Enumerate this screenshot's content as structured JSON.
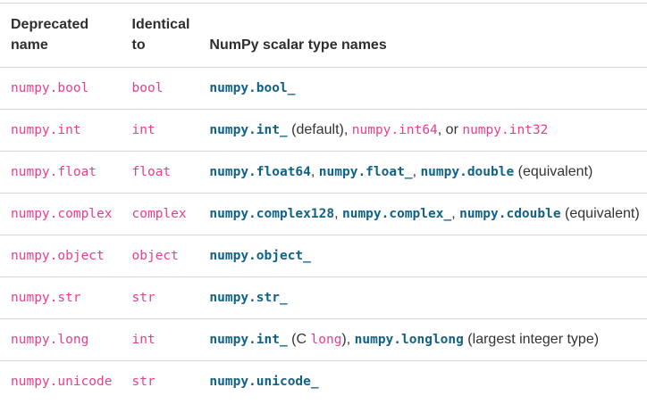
{
  "colors": {
    "code_pink": "#e83e8c",
    "link_blue": "#116287",
    "body_text": "#333333",
    "header_text": "#2e2e2e",
    "border": "#d2d6d9",
    "background": "#ffffff"
  },
  "table": {
    "headers": [
      "Deprecated name",
      "Identical to",
      "NumPy scalar type names"
    ],
    "rows": [
      {
        "deprecated_name": "numpy.bool",
        "identical_to": "bool",
        "scalar_type_names": [
          {
            "type": "link",
            "text": "numpy.bool_"
          }
        ]
      },
      {
        "deprecated_name": "numpy.int",
        "identical_to": "int",
        "scalar_type_names": [
          {
            "type": "link",
            "text": "numpy.int_"
          },
          {
            "type": "text",
            "text": " (default), "
          },
          {
            "type": "code",
            "text": "numpy.int64"
          },
          {
            "type": "text",
            "text": ", or "
          },
          {
            "type": "code",
            "text": "numpy.int32"
          }
        ]
      },
      {
        "deprecated_name": "numpy.float",
        "identical_to": "float",
        "scalar_type_names": [
          {
            "type": "link",
            "text": "numpy.float64"
          },
          {
            "type": "text",
            "text": ", "
          },
          {
            "type": "link",
            "text": "numpy.float_"
          },
          {
            "type": "text",
            "text": ", "
          },
          {
            "type": "link",
            "text": "numpy.double"
          },
          {
            "type": "text",
            "text": " (equivalent)"
          }
        ]
      },
      {
        "deprecated_name": "numpy.complex",
        "identical_to": "complex",
        "scalar_type_names": [
          {
            "type": "link",
            "text": "numpy.complex128"
          },
          {
            "type": "text",
            "text": ", "
          },
          {
            "type": "link",
            "text": "numpy.complex_"
          },
          {
            "type": "text",
            "text": ", "
          },
          {
            "type": "link",
            "text": "numpy.cdouble"
          },
          {
            "type": "text",
            "text": " (equivalent)"
          }
        ]
      },
      {
        "deprecated_name": "numpy.object",
        "identical_to": "object",
        "scalar_type_names": [
          {
            "type": "link",
            "text": "numpy.object_"
          }
        ]
      },
      {
        "deprecated_name": "numpy.str",
        "identical_to": "str",
        "scalar_type_names": [
          {
            "type": "link",
            "text": "numpy.str_"
          }
        ]
      },
      {
        "deprecated_name": "numpy.long",
        "identical_to": "int",
        "scalar_type_names": [
          {
            "type": "link",
            "text": "numpy.int_"
          },
          {
            "type": "text",
            "text": " (C "
          },
          {
            "type": "code",
            "text": "long"
          },
          {
            "type": "text",
            "text": "), "
          },
          {
            "type": "link",
            "text": "numpy.longlong"
          },
          {
            "type": "text",
            "text": " (largest integer type)"
          }
        ]
      },
      {
        "deprecated_name": "numpy.unicode",
        "identical_to": "str",
        "scalar_type_names": [
          {
            "type": "link",
            "text": "numpy.unicode_"
          }
        ]
      }
    ]
  }
}
